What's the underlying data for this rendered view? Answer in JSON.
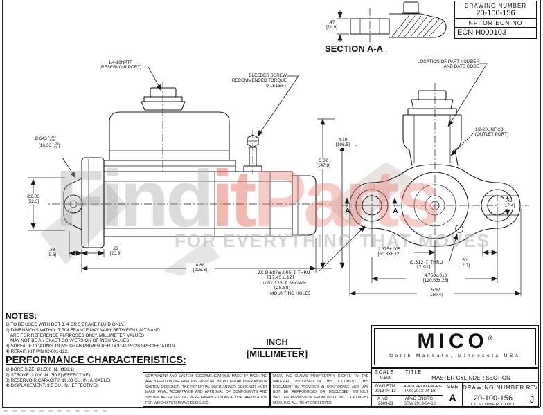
{
  "page": {
    "background": "#ffffff",
    "line_color": "#1a1a1a"
  },
  "ecn_block": {
    "drawing_number_label": "DRAWING NUMBER",
    "drawing_number": "20-100-156",
    "npi_label": "NPI OR ECN NO",
    "ecn_value": "ECN H000103"
  },
  "section_detail": {
    "title": "SECTION A-A",
    "dim_in": ".47",
    "dim_mm": "[11.9]"
  },
  "callouts": {
    "reservoir_l1": "1/4-18NPTF",
    "reservoir_l2": "(RESERVOIR PORT)",
    "bleeder_l1": "BLEEDER SCREW",
    "bleeder_l2": "RECOMMENDED TORQUE",
    "bleeder_l3": "9-15 LBFT",
    "partnum_l1": "LOCATION OF PART NUMBER",
    "partnum_l2": "AND DATE CODE",
    "outlet_l1": "1/2-20UNF-2B",
    "outlet_l2": "(OUTLET PORT)",
    "mount_l1": "2X Ø.687±.005 ↧ THRU",
    "mount_l2": "[17.45±.12]",
    "mount_l3": "⊔Ø1.125 ↧ SHOWN",
    "mount_l4": "[28.58]",
    "mount_l5": "MOUNTING HOLES",
    "section_arrow": "A"
  },
  "dims": {
    "d643_main": "Ø.643",
    "d643_plus": "+.002",
    "d643_minus": "-.003",
    "d643_mm_open": "[16.33",
    "d643_mm_plus": "+.05",
    "d643_mm_minus": "-.07",
    "d643_mm_close": "]",
    "d206_in": "Ø2.06",
    "d206_mm": "[52.3]",
    "d38_in": ".38",
    "d38_mm": "[9.6]",
    "d82_in": ".82",
    "d82_mm": "[20.8]",
    "d888_in": "8.88",
    "d888_mm": "[225.6]",
    "d582_in": "5.82",
    "d582_mm": "[147.8]",
    "d419_in": "4.19",
    "d419_mm": "[106.5]",
    "d2375_in": "2.375±.005",
    "d2375_mm": "[60.33±.12]",
    "d312_in": "Ø.312 ↧ THRU",
    "d312_mm": "[7.92]",
    "d50_in": ".50",
    "d50_mm": "[12.7]",
    "d4750_in": "4.750±.010",
    "d4750_mm": "[120.65±.25]",
    "d592_in": "5.92",
    "d592_mm": "[150.4]",
    "d69_in": ".69",
    "d69_mm": "[17.4]"
  },
  "units": {
    "inch": "INCH",
    "mm": "[MILLIMETER]"
  },
  "notes": {
    "heading": "NOTES:",
    "lines": [
      "1) TO BE USED WITH DOT 3, 4 OR 5 BRAKE FLUID ONLY.",
      "2) DIMENSIONS WITHOUT TOLERANCE MAY VARY BETWEEN UNITS AND",
      "    ARE FOR REFERENCE PURPOSES ONLY. MILLIMETER VALUES",
      "    MAY NOT BE AN EXACT CONVERSION OF INCH VALUES.",
      "3) SURFACE COATING: OLIVE DRAB PRIMER PER DOD-P-15328 SPECIFICATION.",
      "4) REPAIR KIT P/N 02-001-122."
    ]
  },
  "performance": {
    "heading": "PERFORMANCE CHARACTERISTICS:",
    "lines": [
      "1) BORE SIZE: Ø1.500 IN. [Ø38.1]",
      "2) STROKE: 2.000 IN. [50.8] (EFFECTIVE)",
      "3) RESERVOIR CAPACITY: 19.83 CU. IN. (USABLE)",
      "4) DISPLACEMENT: 3.5 CU. IN. (EFFECTIVE)"
    ]
  },
  "disclaimers": {
    "left": "COMPONENT AND SYSTEM RECOMMENDATIONS MADE BY MICO, INC ARE BASED ON INFORMATION SUPPLIED BY POTENTIAL USER AND/OR SYSTEM DESIGNER.  THE POTENTIAL USER AND/OR DESIGNER MUST MAKE FINAL ACCEPTANCE AND APPROVAL OF COMPONENTS AND SYSTEM AFTER TESTING PERFORMANCE ON AN ACTUAL APPLICATION FOR WHICH SYSTEM WAS DESIGNED.",
    "right": "MICO, INC CLAIMS PROPRIETARY RIGHTS TO THE MATERIAL DISCLOSED IN THIS DOCUMENT.  THIS DOCUMENT IS PROVIDED IN CONFIDENCE AND MAY NOT BE REPRODUCED OR DISCLOSED WITHOUT WRITTEN PERMISSION FROM MICO, INC.  COPYRIGHT MICO, INC.  ALL RIGHTS RESERVED."
  },
  "logo": {
    "name": "MICO",
    "registered": "®",
    "tagline": "North Mankato, Minnesota USA"
  },
  "title_block": {
    "scale_label": "SCALE",
    "scale_value": "0.500",
    "title_label": "TITLE",
    "title_value": "MASTER CYLINDER SECTION",
    "dwn_label": "DWN ETM",
    "dwn_value": "2013-04-12",
    "apvd_prod_label": "APVD PROD ENGRG",
    "apvd_prod_value": "PJS 2013-04-16",
    "xno_label": "X NO",
    "xno_value": "2609-21",
    "apvd_engrg_label": "APVD ENGRG",
    "apvd_engrg_value": "BSW 2013-04-12",
    "size_label": "SIZE",
    "size_value": "A",
    "drawing_number_label": "DRAWING NUMBER",
    "drawing_number": "20-100-156",
    "copy_label": "CUSTOMER COPY",
    "rev_label": "REV",
    "rev_value": "J"
  },
  "watermark": {
    "part1": "Find",
    "part2": "it",
    "part3": "Parts",
    "tagline": "FOR EVERYTHING THAT MOVES",
    "gray": "#c8c8c8",
    "red": "#d94f3d"
  }
}
